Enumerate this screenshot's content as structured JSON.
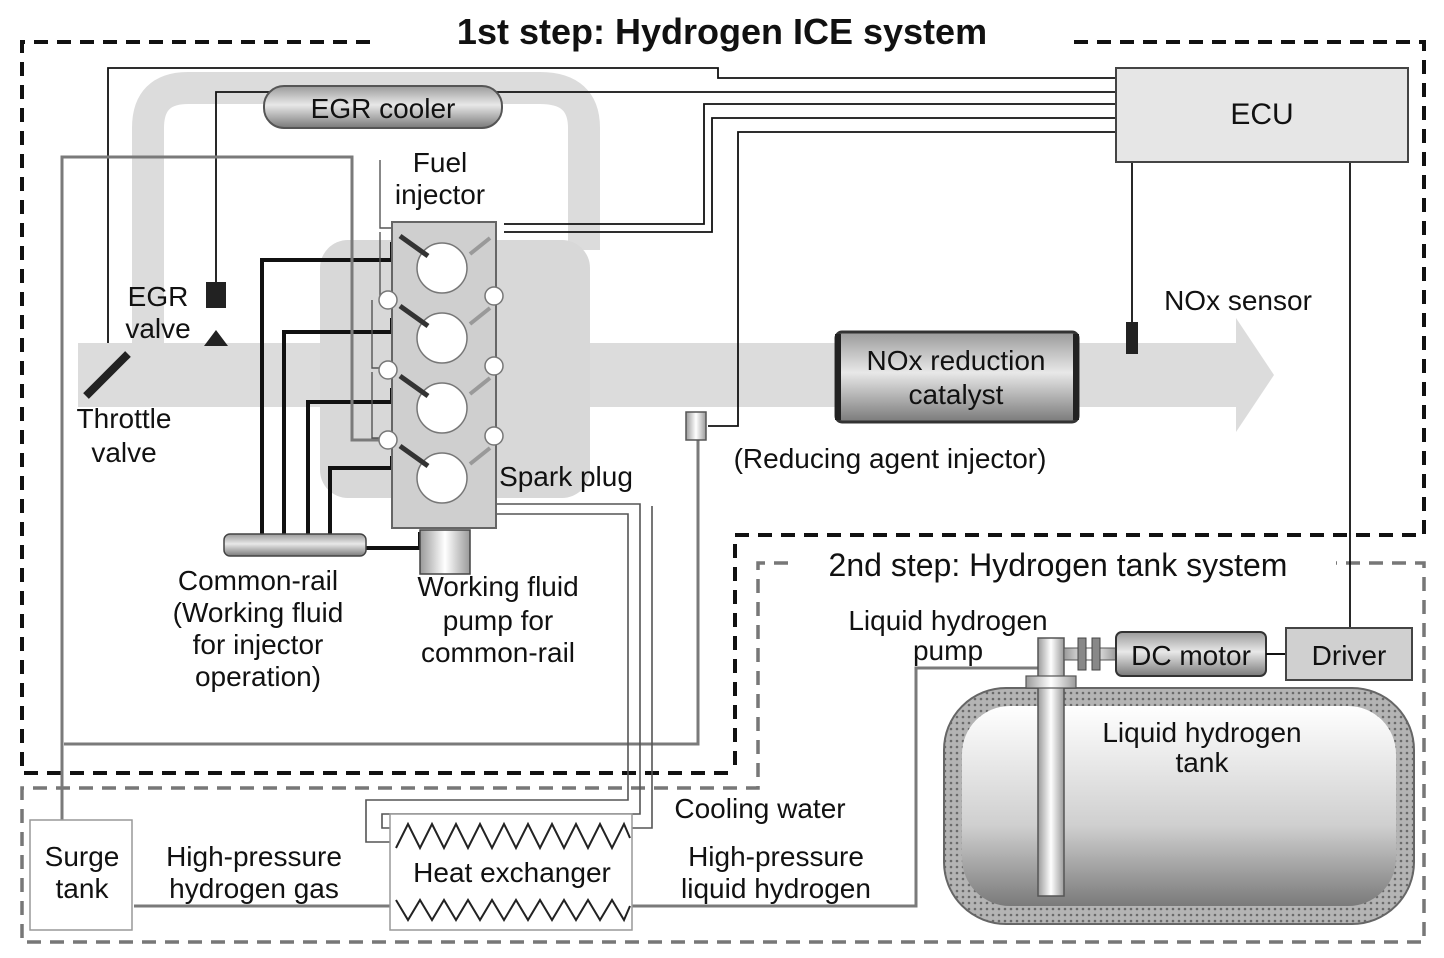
{
  "step1": {
    "title": "1st step: Hydrogen ICE system"
  },
  "step2": {
    "title": "2nd step: Hydrogen tank system"
  },
  "components": {
    "ecu": "ECU",
    "egr_cooler": "EGR cooler",
    "fuel_injector": [
      "Fuel",
      "injector"
    ],
    "egr_valve": [
      "EGR",
      "valve"
    ],
    "throttle_valve": [
      "Throttle",
      "valve"
    ],
    "nox_sensor": "NOx sensor",
    "nox_catalyst": [
      "NOx reduction",
      "catalyst"
    ],
    "reducing_agent_injector": "(Reducing agent injector)",
    "spark_plug": "Spark plug",
    "common_rail": [
      "Common-rail",
      "(Working fluid",
      "for injector",
      "operation)"
    ],
    "working_fluid_pump": [
      "Working fluid",
      "pump for",
      "common-rail"
    ],
    "liquid_hydrogen_pump": [
      "Liquid hydrogen",
      "pump"
    ],
    "dc_motor": "DC motor",
    "driver": "Driver",
    "liquid_hydrogen_tank": [
      "Liquid hydrogen",
      "tank"
    ],
    "cooling_water": "Cooling water",
    "surge_tank": [
      "Surge",
      "tank"
    ],
    "high_pressure_gas": [
      "High-pressure",
      "hydrogen gas"
    ],
    "heat_exchanger": "Heat exchanger",
    "high_pressure_liquid": [
      "High-pressure",
      "liquid hydrogen"
    ]
  },
  "colors": {
    "flow": "#dcdcdc",
    "line": "#111111",
    "box_fill": "#e6e6e6",
    "dashed_step2": "#777777"
  }
}
